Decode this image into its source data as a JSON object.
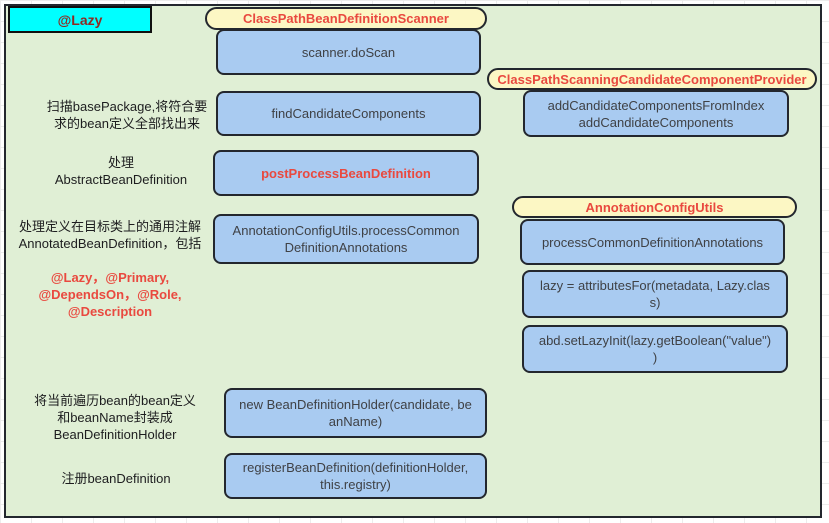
{
  "colors": {
    "panel_bg": "#e0efd5",
    "box_bg": "#a9cbf1",
    "box_border": "#23272e",
    "pill_bg": "#fcf7c4",
    "badge_bg": "#00ffff",
    "heading_red": "#e9493f",
    "badge_text": "#8d2b24",
    "box_text": "#3f4145",
    "label_text": "#1d1d1f"
  },
  "badge": {
    "label": "@Lazy"
  },
  "headers": {
    "scanner": "ClassPathBeanDefinitionScanner",
    "provider": "ClassPathScanningCandidateComponentProvider",
    "config_utils": "AnnotationConfigUtils"
  },
  "left_labels": {
    "scan": "扫描basePackage,将符合要\n求的bean定义全部找出来",
    "handle_abd": "处理\nAbstractBeanDefinition",
    "common_annotations_black": "处理定义在目标类上的通用注解\nAnnotatedBeanDefinition，包括",
    "common_annotations_red": "@Lazy，@Primary,\n@DependsOn，@Role,\n@Description",
    "wrap_holder": "将当前遍历bean的bean定义\n和beanName封装成\nBeanDefinitionHolder",
    "register": "注册beanDefinition"
  },
  "boxes": {
    "do_scan": "scanner.doScan",
    "find_candidates": "findCandidateComponents",
    "add_candidates": "addCandidateComponentsFromIndex\naddCandidateComponents",
    "post_process": "postProcessBeanDefinition",
    "process_common_call": "AnnotationConfigUtils.processCommon\nDefinitionAnnotations",
    "process_common": "processCommonDefinitionAnnotations",
    "lazy_attributes": "lazy = attributesFor(metadata, Lazy.clas\ns)",
    "set_lazy_init": "abd.setLazyInit(lazy.getBoolean(\"value\")\n)",
    "new_holder": "new BeanDefinitionHolder(candidate, be\nanName)",
    "register_bean": "registerBeanDefinition(definitionHolder,\nthis.registry)"
  }
}
